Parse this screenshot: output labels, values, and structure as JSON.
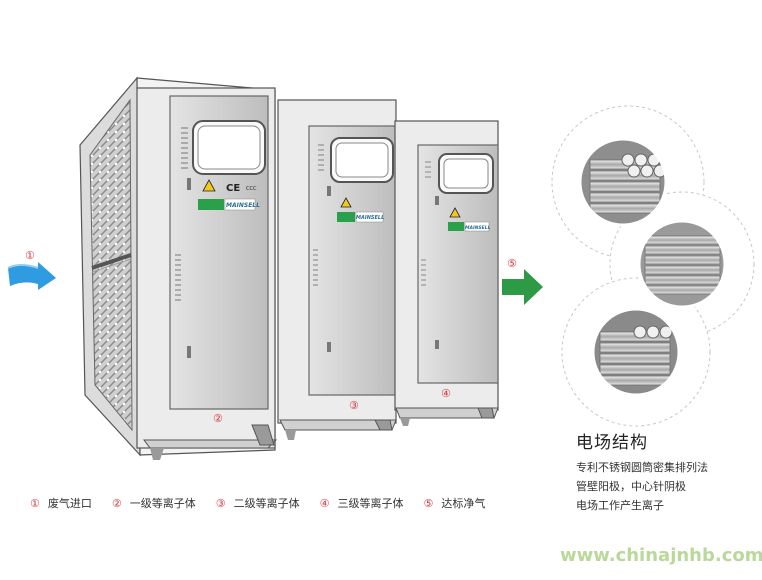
{
  "callouts": {
    "inlet": "①",
    "stage1": "②",
    "stage2": "③",
    "stage3": "④",
    "outlet": "⑤"
  },
  "legend": [
    {
      "num": "①",
      "label": "废气进口"
    },
    {
      "num": "②",
      "label": "一级等离子体"
    },
    {
      "num": "③",
      "label": "二级等离子体"
    },
    {
      "num": "④",
      "label": "三级等离子体"
    },
    {
      "num": "⑤",
      "label": "达标净气"
    }
  ],
  "structure": {
    "title": "电场结构",
    "lines": [
      "专利不锈钢圆筒密集排列法",
      "管壁阳极，中心针阴极",
      "电场工作产生离子"
    ]
  },
  "panel_badges": {
    "brand": "MAINSELL",
    "ce": "CE",
    "ccc": "CCC"
  },
  "watermark": "www.chinajnhb.com",
  "colors": {
    "inlet_arrow": "#2f9be0",
    "outlet_arrow": "#2e9a45",
    "callout": "#d9333a"
  }
}
